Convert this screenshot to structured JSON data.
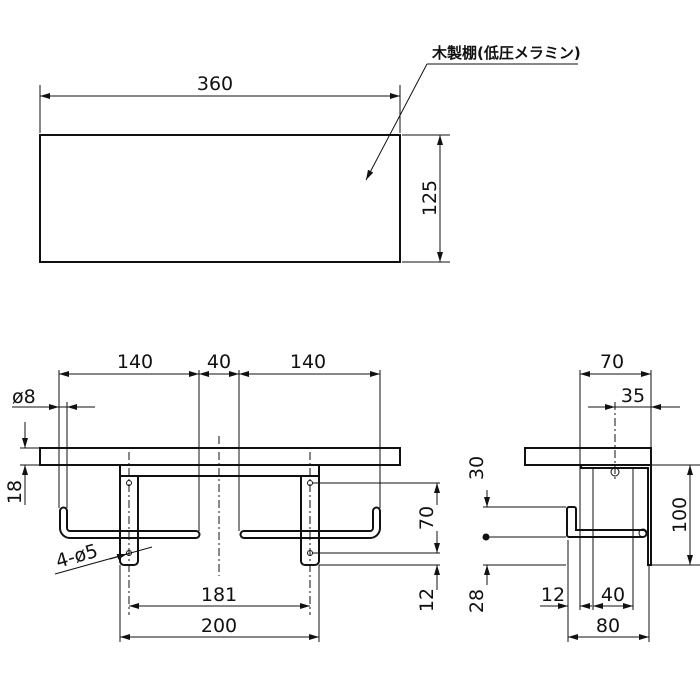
{
  "title": "木製棚 寸法図",
  "top_view": {
    "material_note": "木製棚(低圧メラミン)",
    "width": "360",
    "depth": "125"
  },
  "front_view": {
    "dim_left_span": "140",
    "dim_center_gap": "40",
    "dim_right_span": "140",
    "rod_diameter": "ø8",
    "shelf_thickness": "18",
    "screw_holes": "4-ø5",
    "hole_pitch": "181",
    "bracket_width": "200"
  },
  "side_view": {
    "dim_70": "70",
    "dim_35": "35",
    "dim_100": "100",
    "dim_30": "30",
    "dim_28": "28",
    "dim_12": "12",
    "dim_40": "40",
    "dim_80": "80"
  }
}
